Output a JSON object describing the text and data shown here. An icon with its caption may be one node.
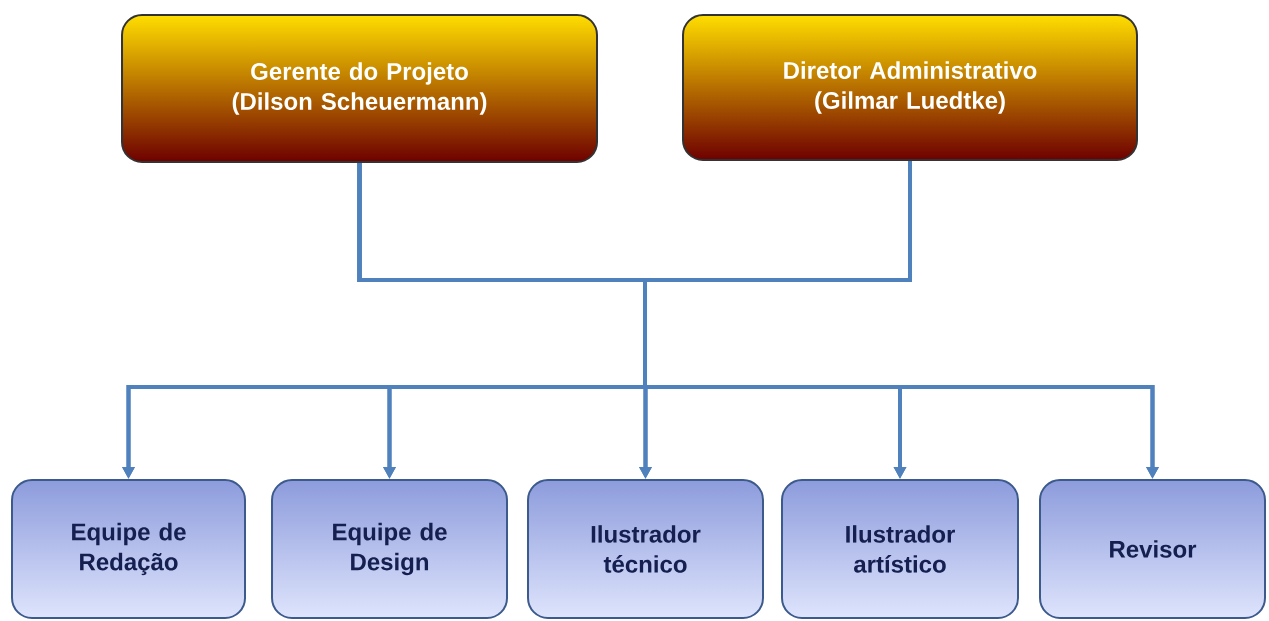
{
  "diagram": {
    "nodes": [
      {
        "text": [
          "Gerente do Projeto (Dilson Scheuermann)"
        ]
      },
      {
        "text": [
          "Diretor Administrativo (Gilmar Luedtke)"
        ]
      },
      {
        "text": [
          "Equipe de Redação"
        ]
      },
      {
        "text": [
          "Equipe de Design"
        ]
      },
      {
        "text": [
          "Ilustrador técnico"
        ]
      },
      {
        "text": [
          "Ilustrador artístico"
        ]
      },
      {
        "text": [
          "Revisor"
        ]
      }
    ],
    "edges": [
      {
        "from": 0,
        "to": 2,
        "arrow": "to"
      },
      {
        "from": 0,
        "to": 3,
        "arrow": "to"
      },
      {
        "from": 0,
        "to": 4,
        "arrow": "to"
      },
      {
        "from": 0,
        "to": 5,
        "arrow": "to"
      },
      {
        "from": 0,
        "to": 6,
        "arrow": "to"
      },
      {
        "from": 1,
        "to": 2,
        "arrow": "to"
      },
      {
        "from": 1,
        "to": 3,
        "arrow": "to"
      },
      {
        "from": 1,
        "to": 4,
        "arrow": "to"
      },
      {
        "from": 1,
        "to": 5,
        "arrow": "to"
      },
      {
        "from": 1,
        "to": 6,
        "arrow": "to"
      }
    ]
  }
}
